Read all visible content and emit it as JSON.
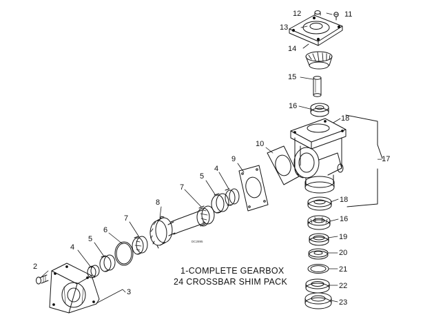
{
  "callouts": {
    "c2": "2",
    "c3": "3",
    "c4a": "4",
    "c5a": "5",
    "c6": "6",
    "c7a": "7",
    "c8": "8",
    "c7b": "7",
    "c5b": "5",
    "c4b": "4",
    "c9": "9",
    "c10": "10",
    "c11": "11",
    "c12": "12",
    "c13": "13",
    "c14": "14",
    "c15": "15",
    "c16a": "16",
    "c16b": "16",
    "c17": "17",
    "c18a": "18",
    "c18b": "18",
    "c19": "19",
    "c20": "20",
    "c21": "21",
    "c22": "22",
    "c23": "23"
  },
  "caption": {
    "line1": "1-COMPLETE GEARBOX",
    "line2": "24 CROSSBAR SHIM PACK"
  },
  "figure_code": "DC2895"
}
